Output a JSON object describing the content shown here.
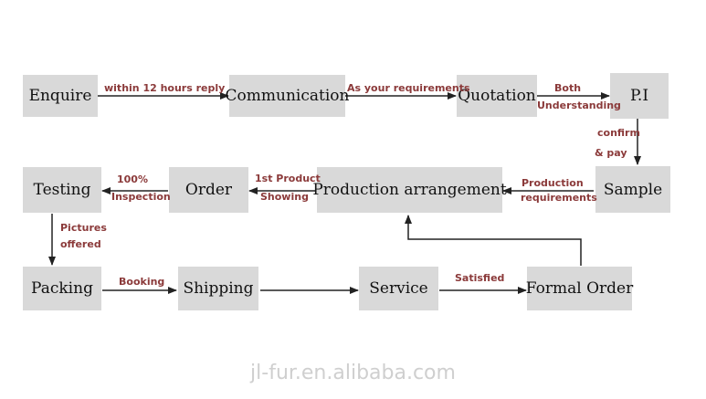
{
  "flow": {
    "nodes": {
      "enquire": "Enquire",
      "communication": "Communication",
      "quotation": "Quotation",
      "pi": "P.I",
      "sample": "Sample",
      "production_arrangement": "Production arrangement",
      "order": "Order",
      "testing": "Testing",
      "packing": "Packing",
      "shipping": "Shipping",
      "service": "Service",
      "formal_order": "Formal Order"
    },
    "edges": {
      "enquire_communication": "within 12 hours reply",
      "communication_quotation": "As your requirements",
      "quotation_pi_line1": "Both",
      "quotation_pi_line2": "Understanding",
      "pi_sample_line1": "confirm",
      "pi_sample_line2": "& pay",
      "sample_production_line1": "Production",
      "sample_production_line2": "requirements",
      "production_order_line1": "1st Product",
      "production_order_line2": "Showing",
      "order_testing_line1": "100%",
      "order_testing_line2": "Inspection",
      "testing_packing_line1": "Pictures",
      "testing_packing_line2": "offered",
      "packing_shipping": "Booking",
      "service_formal_order": "Satisfied"
    }
  },
  "watermark": "jl-fur.en.alibaba.com",
  "colors": {
    "box": "#d9d9d9",
    "label": "#8b3a3a",
    "arrow": "#222222",
    "watermark": "#cfcfcf"
  }
}
